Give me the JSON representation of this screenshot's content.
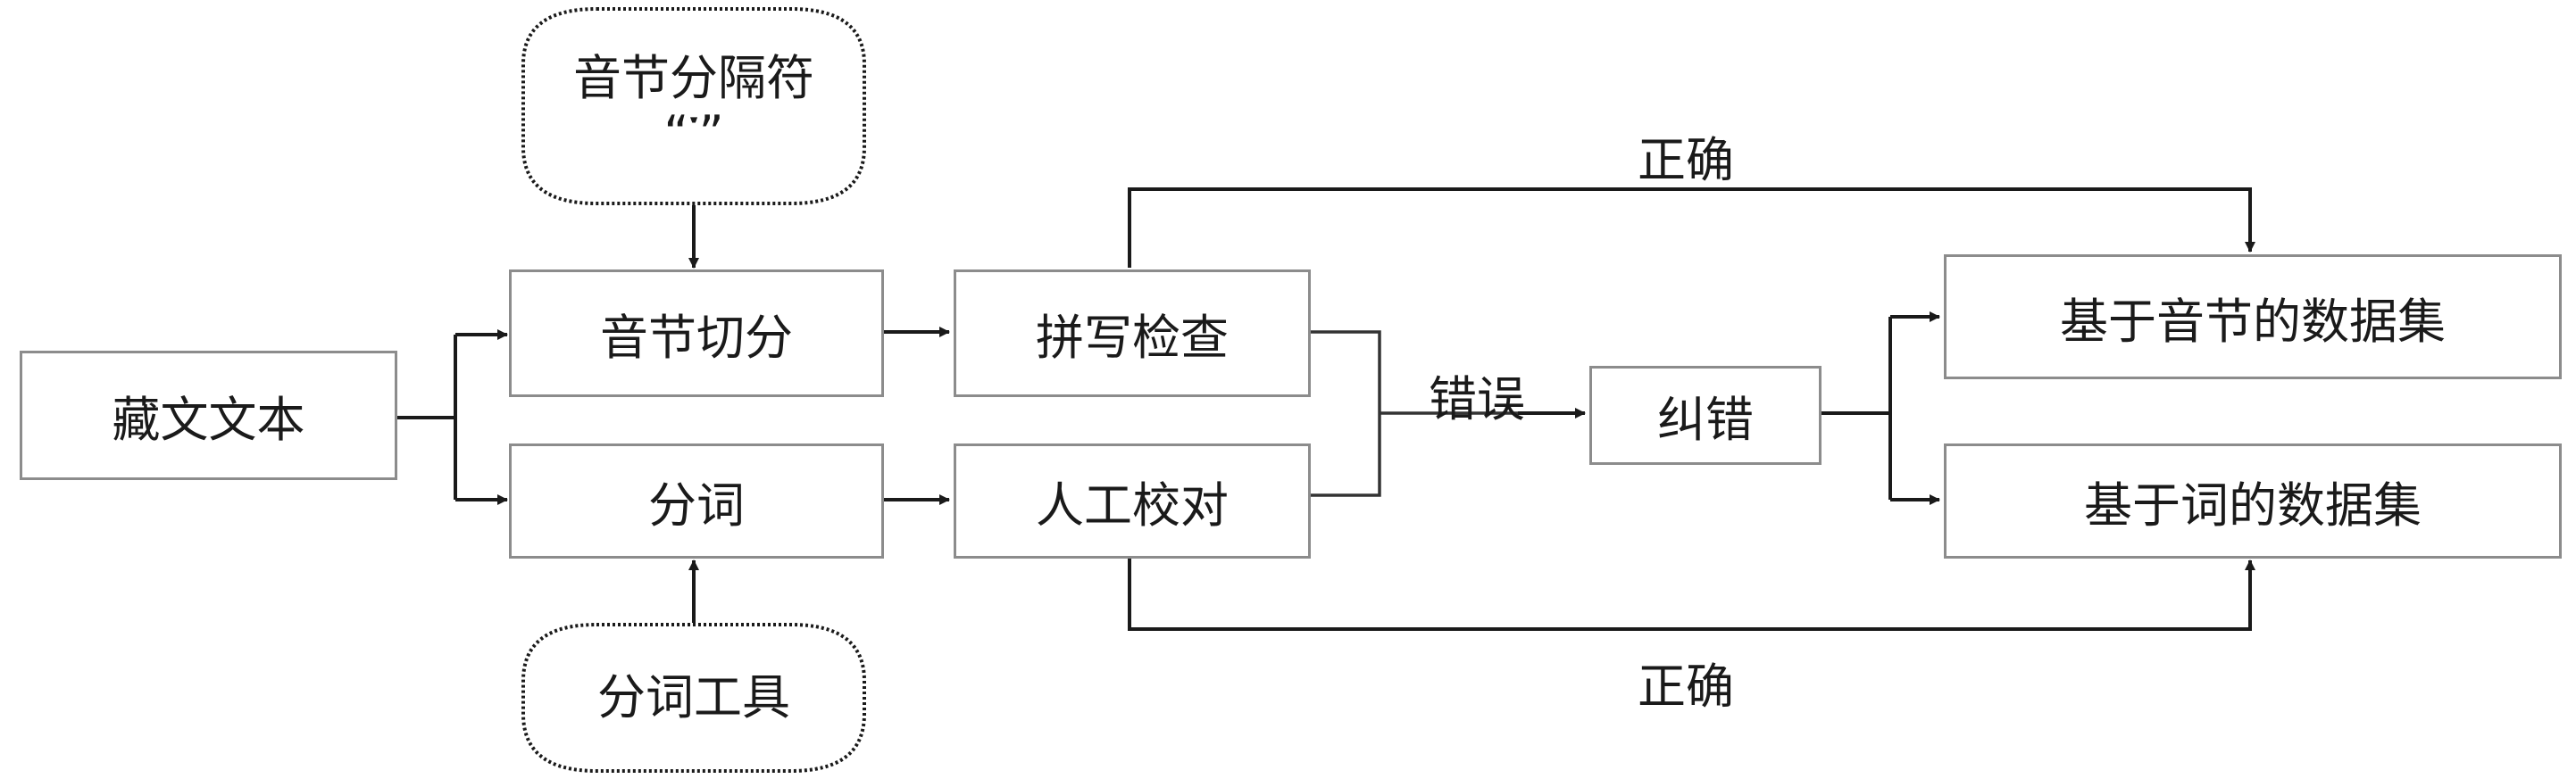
{
  "nodes": {
    "tibetan_text": "藏文文本",
    "syllable_seg": "音节切分",
    "word_seg": "分词",
    "spell_check": "拼写检查",
    "manual_proof": "人工校对",
    "correction": "纠错",
    "syllable_dataset": "基于音节的数据集",
    "word_dataset": "基于词的数据集"
  },
  "inputs": {
    "separator_line1": "音节分隔符",
    "separator_line2": "“་”",
    "seg_tool": "分词工具"
  },
  "edge_labels": {
    "correct_top": "正确",
    "error": "错误",
    "correct_bottom": "正确"
  }
}
